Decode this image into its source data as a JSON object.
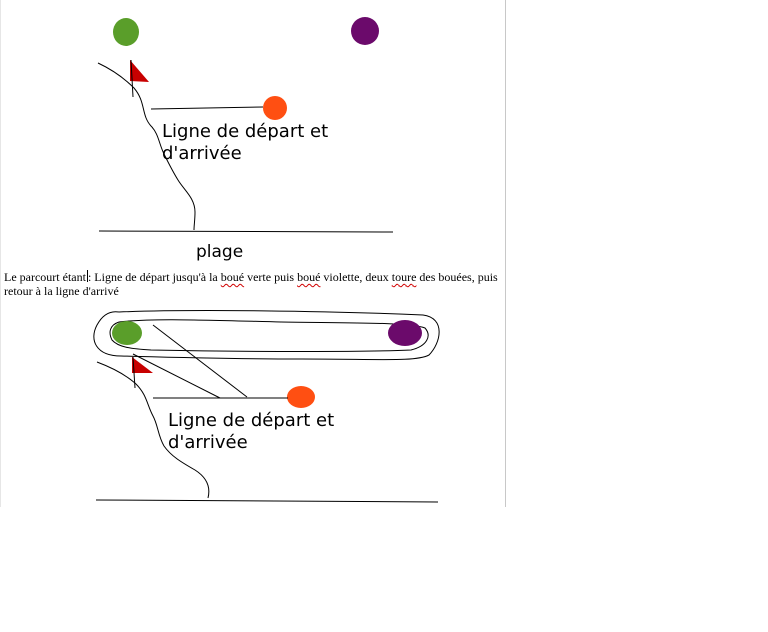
{
  "colors": {
    "green_buoy": "#5a9e2a",
    "purple_buoy": "#6b0a6b",
    "orange_buoy": "#ff4f12",
    "flag": "#c80000",
    "line": "#000000"
  },
  "diagram_1": {
    "line_label_1": "Ligne de départ et",
    "line_label_2": "d'arrivée",
    "beach_label": "plage"
  },
  "paragraph": {
    "parts": [
      "Le parcourt étant",
      ": Ligne de départ jusqu'à la ",
      "boué",
      " verte puis ",
      "boué",
      " violette, deux ",
      "toure",
      " des bouées, puis retour à la ligne d'arrivé"
    ]
  },
  "diagram_2": {
    "line_label_1": "Ligne de départ et",
    "line_label_2": "d'arrivée"
  }
}
